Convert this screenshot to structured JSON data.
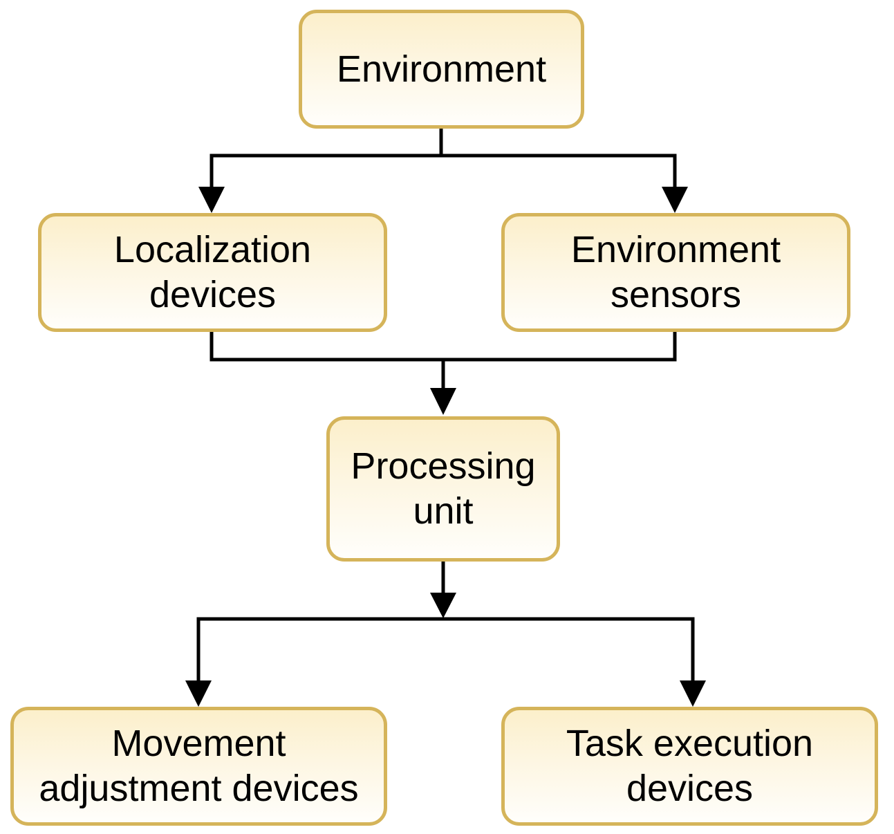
{
  "diagram": {
    "type": "flowchart",
    "nodes": [
      {
        "id": "environment",
        "label": "Environment"
      },
      {
        "id": "localization-devices",
        "label": "Localization devices"
      },
      {
        "id": "environment-sensors",
        "label": "Environment sensors"
      },
      {
        "id": "processing-unit",
        "label": "Processing unit"
      },
      {
        "id": "movement-adjustment-devices",
        "label": "Movement adjustment devices"
      },
      {
        "id": "task-execution-devices",
        "label": "Task execution devices"
      }
    ],
    "edges": [
      {
        "from": "environment",
        "to": "localization-devices"
      },
      {
        "from": "environment",
        "to": "environment-sensors"
      },
      {
        "from": "localization-devices",
        "to": "processing-unit"
      },
      {
        "from": "environment-sensors",
        "to": "processing-unit"
      },
      {
        "from": "processing-unit",
        "to": "movement-adjustment-devices"
      },
      {
        "from": "processing-unit",
        "to": "task-execution-devices"
      }
    ],
    "colors": {
      "node_border": "#d5b45a",
      "node_fill_top": "#fcefcb",
      "node_fill_bottom": "#fffefb",
      "connector": "#000000",
      "text": "#000000",
      "background": "#ffffff"
    }
  }
}
